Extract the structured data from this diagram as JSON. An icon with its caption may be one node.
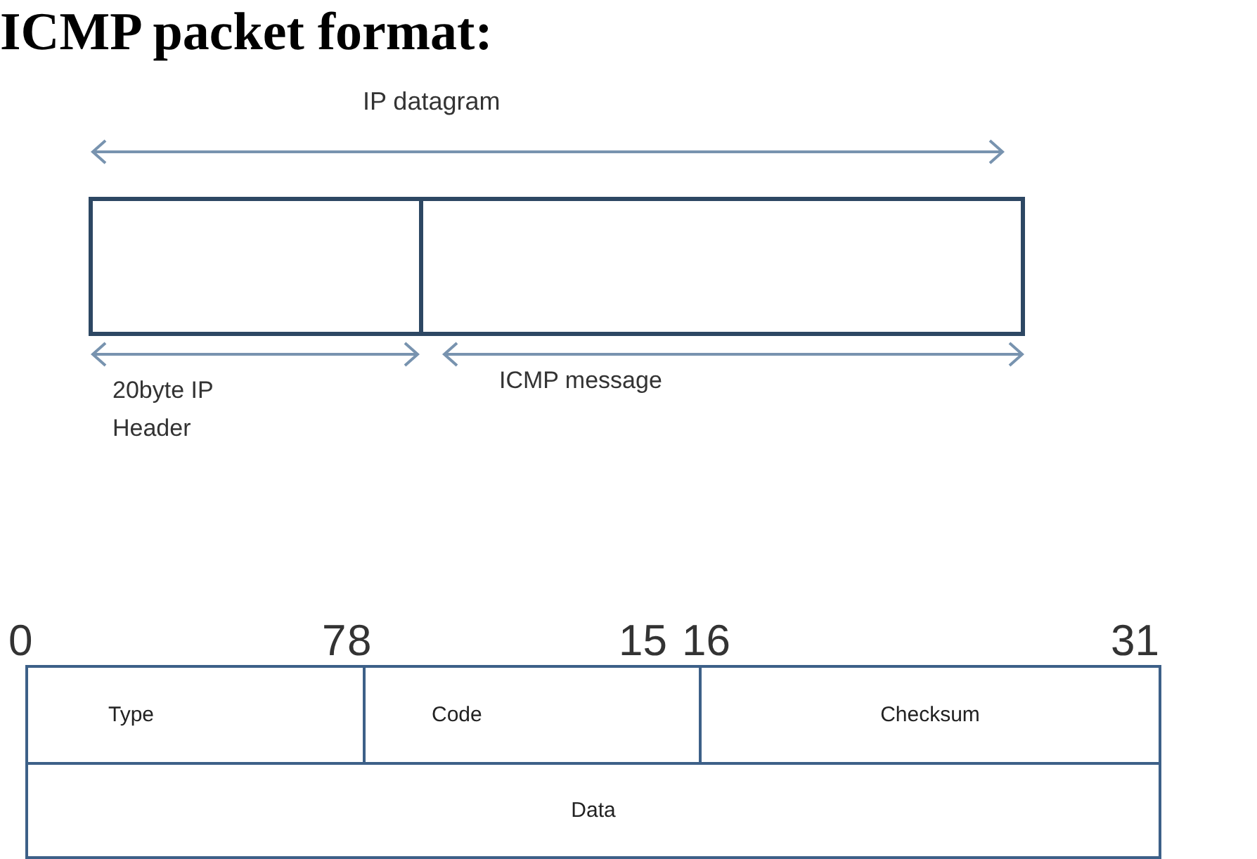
{
  "diagram": {
    "title": "ICMP packet format:",
    "nodes": [
      {
        "text": [],
        "shape": "box"
      },
      {
        "text": [],
        "shape": "box"
      },
      {
        "text": [
          "Type"
        ]
      },
      {
        "text": [
          "Code"
        ]
      },
      {
        "text": [
          "Checksum"
        ]
      },
      {
        "text": [
          "Data"
        ]
      }
    ],
    "labels": [
      "IP datagram",
      "20byte IP Header",
      "ICMP message",
      "0",
      "7",
      "8",
      "15",
      "16",
      "31"
    ]
  }
}
